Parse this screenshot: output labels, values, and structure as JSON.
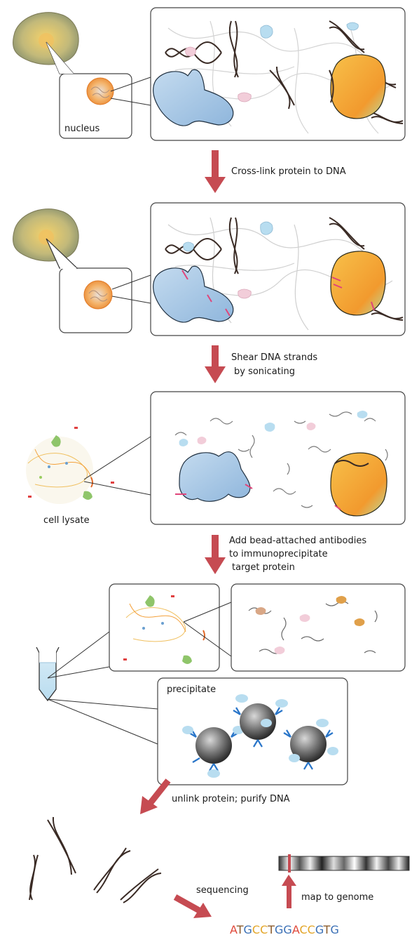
{
  "steps": {
    "nucleus_label": "nucleus",
    "crosslink": "Cross-link protein to DNA",
    "shear_line1": "Shear DNA strands",
    "shear_line2": "by sonicating",
    "lysate_label": "cell lysate",
    "ab_line1": "Add bead-attached antibodies",
    "ab_line2": "to immunoprecipitate",
    "ab_line3": "target protein",
    "precipitate_label": "precipitate",
    "unlink": "unlink protein; purify DNA",
    "sequencing": "sequencing",
    "map_to_genome": "map to genome"
  },
  "sequence": {
    "letters": [
      "A",
      "T",
      "G",
      "C",
      "C",
      "T",
      "G",
      "G",
      "A",
      "C",
      "C",
      "G",
      "T",
      "G"
    ],
    "colors": {
      "A": "#e0483a",
      "T": "#8a5a2b",
      "G": "#3a6fb5",
      "C": "#e3a629"
    }
  },
  "colors": {
    "arrow": "#c64b52",
    "protein_blue": "#a9c9e6",
    "protein_orange": "#f0a43a",
    "bead": "#6a6a6a"
  }
}
